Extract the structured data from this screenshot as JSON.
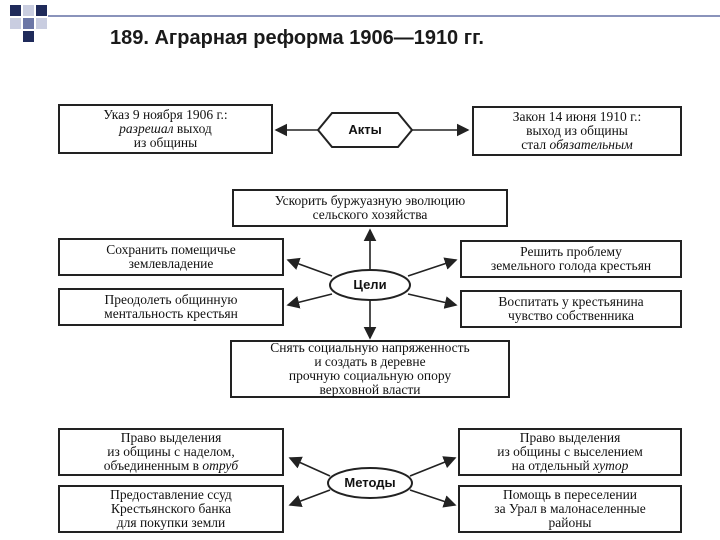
{
  "title": "189. Аграрная реформа 1906—1910 гг.",
  "acts": {
    "hub": "Акты",
    "left": {
      "line1": "Указ 9 ноября 1906 г.:",
      "line2_em": "разрешал",
      "line2_rest": " выход",
      "line3": "из общины"
    },
    "right": {
      "line1": "Закон 14 июня 1910 г.:",
      "line2": "выход из общины",
      "line3_pre": "стал ",
      "line3_em": "обязательным"
    }
  },
  "goals": {
    "hub": "Цели",
    "top": [
      "Ускорить буржуазную эволюцию",
      "сельского хозяйства"
    ],
    "left_upper": [
      "Сохранить помещичье",
      "землевладение"
    ],
    "left_lower": [
      "Преодолеть общинную",
      "ментальность крестьян"
    ],
    "right_upper": [
      "Решить проблему",
      "земельного голода крестьян"
    ],
    "right_lower": [
      "Воспитать у крестьянина",
      "чувство собственника"
    ],
    "bottom": [
      "Снять социальную напряженность",
      "и создать в деревне",
      "прочную социальную опору",
      "верховной власти"
    ]
  },
  "methods": {
    "hub": "Методы",
    "left_upper": {
      "line1": "Право выделения",
      "line2": "из общины с наделом,",
      "line3_pre": "объединенным в ",
      "line3_em": "отруб"
    },
    "left_lower": [
      "Предоставление ссуд",
      "Крестьянского банка",
      "для покупки земли"
    ],
    "right_upper": {
      "line1": "Право выделения",
      "line2": "из общины с выселением",
      "line3_pre": "на отдельный ",
      "line3_em": "хутор"
    },
    "right_lower": [
      "Помощь в переселении",
      "за Урал в малонаселенные",
      "районы"
    ]
  },
  "colors": {
    "accent_dark": "#1f2a5a",
    "accent_light": "#c9cde0",
    "stroke": "#222222"
  }
}
